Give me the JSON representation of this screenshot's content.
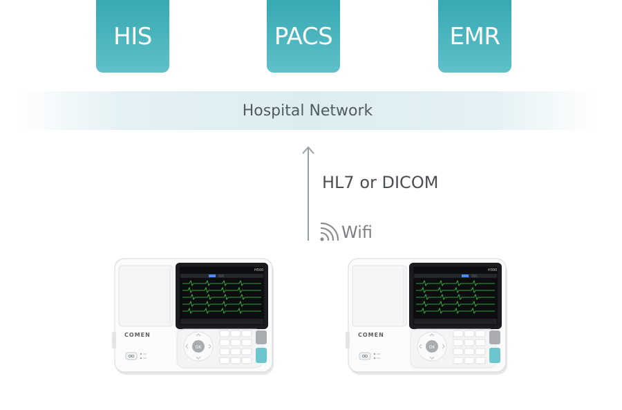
{
  "systems": [
    {
      "id": "his",
      "label": "HIS"
    },
    {
      "id": "pacs",
      "label": "PACS"
    },
    {
      "id": "emr",
      "label": "EMR"
    }
  ],
  "network": {
    "label": "Hospital Network"
  },
  "link": {
    "protocol": "HL7 or DICOM",
    "transport": "Wifi"
  },
  "devices": [
    {
      "brand": "COMEN",
      "model": "H500",
      "ok_label": "OK"
    },
    {
      "brand": "COMEN",
      "model": "H300",
      "ok_label": "OK"
    }
  ],
  "colors": {
    "box_top": "#36a9b3",
    "box_bottom": "#5fc0c8",
    "network_band": "#dcedf1",
    "ecg_trace": "#3bd04a"
  }
}
